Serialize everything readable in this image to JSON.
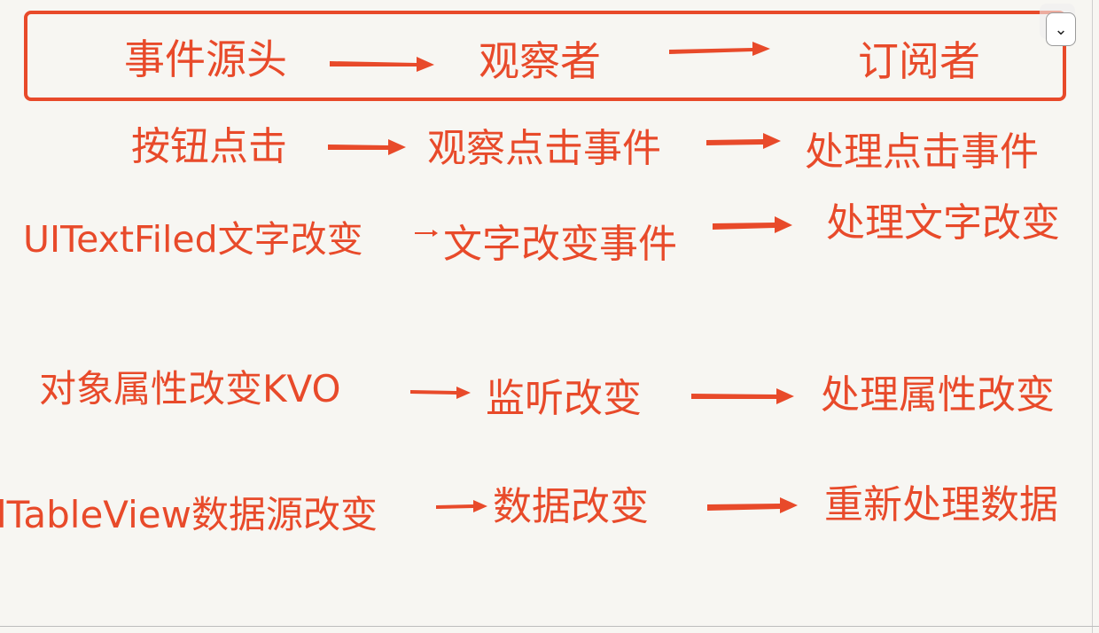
{
  "header": {
    "source": "事件源头",
    "observer": "观察者",
    "subscriber": "订阅者"
  },
  "rows": [
    {
      "source": "按钮点击",
      "observe": "观察点击事件",
      "handle": "处理点击事件"
    },
    {
      "source": "UITextFiled文字改变",
      "observe": "文字改变事件",
      "handle": "处理文字改变"
    },
    {
      "source": "对象属性改变KVO",
      "observe": "监听改变",
      "handle": "处理属性改变"
    },
    {
      "source": "lTableView数据源改变",
      "observe": "数据改变",
      "handle": "重新处理数据"
    }
  ],
  "controls": {
    "dropdown_icon": "chevron-down-icon",
    "dropdown_glyph": "⌄"
  },
  "colors": {
    "accent": "#e84a2a",
    "background": "#f7f6f2"
  }
}
